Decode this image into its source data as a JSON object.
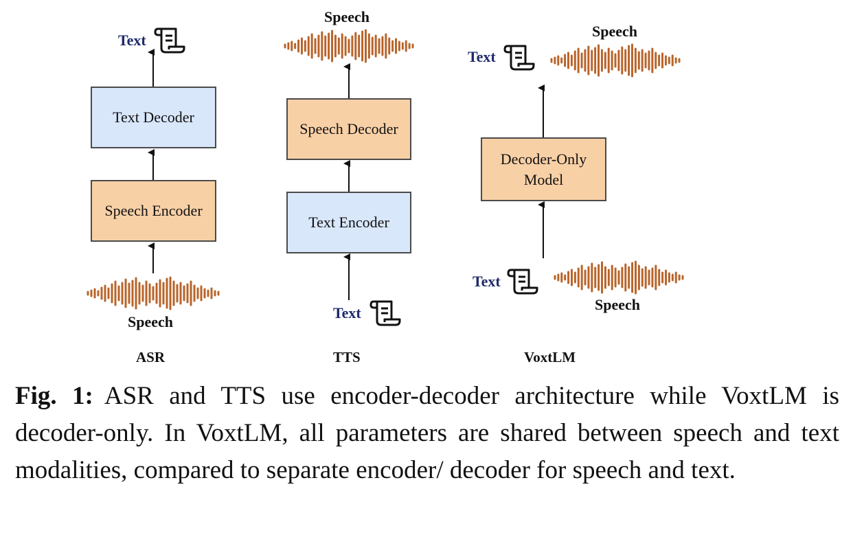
{
  "asr": {
    "title": "ASR",
    "output_label": "Text",
    "decoder_label": "Text Decoder",
    "encoder_label": "Speech Encoder",
    "input_label": "Speech"
  },
  "tts": {
    "title": "TTS",
    "output_label": "Speech",
    "decoder_label": "Speech Decoder",
    "encoder_label": "Text Encoder",
    "input_label": "Text"
  },
  "voxtlm": {
    "title": "VoxtLM",
    "output_text_label": "Text",
    "output_speech_label": "Speech",
    "model_label_line1": "Decoder-Only",
    "model_label_line2": "Model",
    "input_text_label": "Text",
    "input_speech_label": "Speech"
  },
  "caption": {
    "label": "Fig. 1:",
    "text": "ASR and TTS use encoder-decoder architecture while VoxtLM is decoder-only. In VoxtLM, all parameters are shared between speech and text modalities, compared to separate encoder/ decoder for speech and text."
  },
  "colors": {
    "encoder_blue": "#d9e7fb",
    "decoder_orange": "#f8d0a6",
    "waveform": "#b8642a",
    "text_label": "#1f2a6b"
  },
  "icons": [
    "scroll-icon",
    "waveform-icon",
    "arrow-up-icon"
  ]
}
